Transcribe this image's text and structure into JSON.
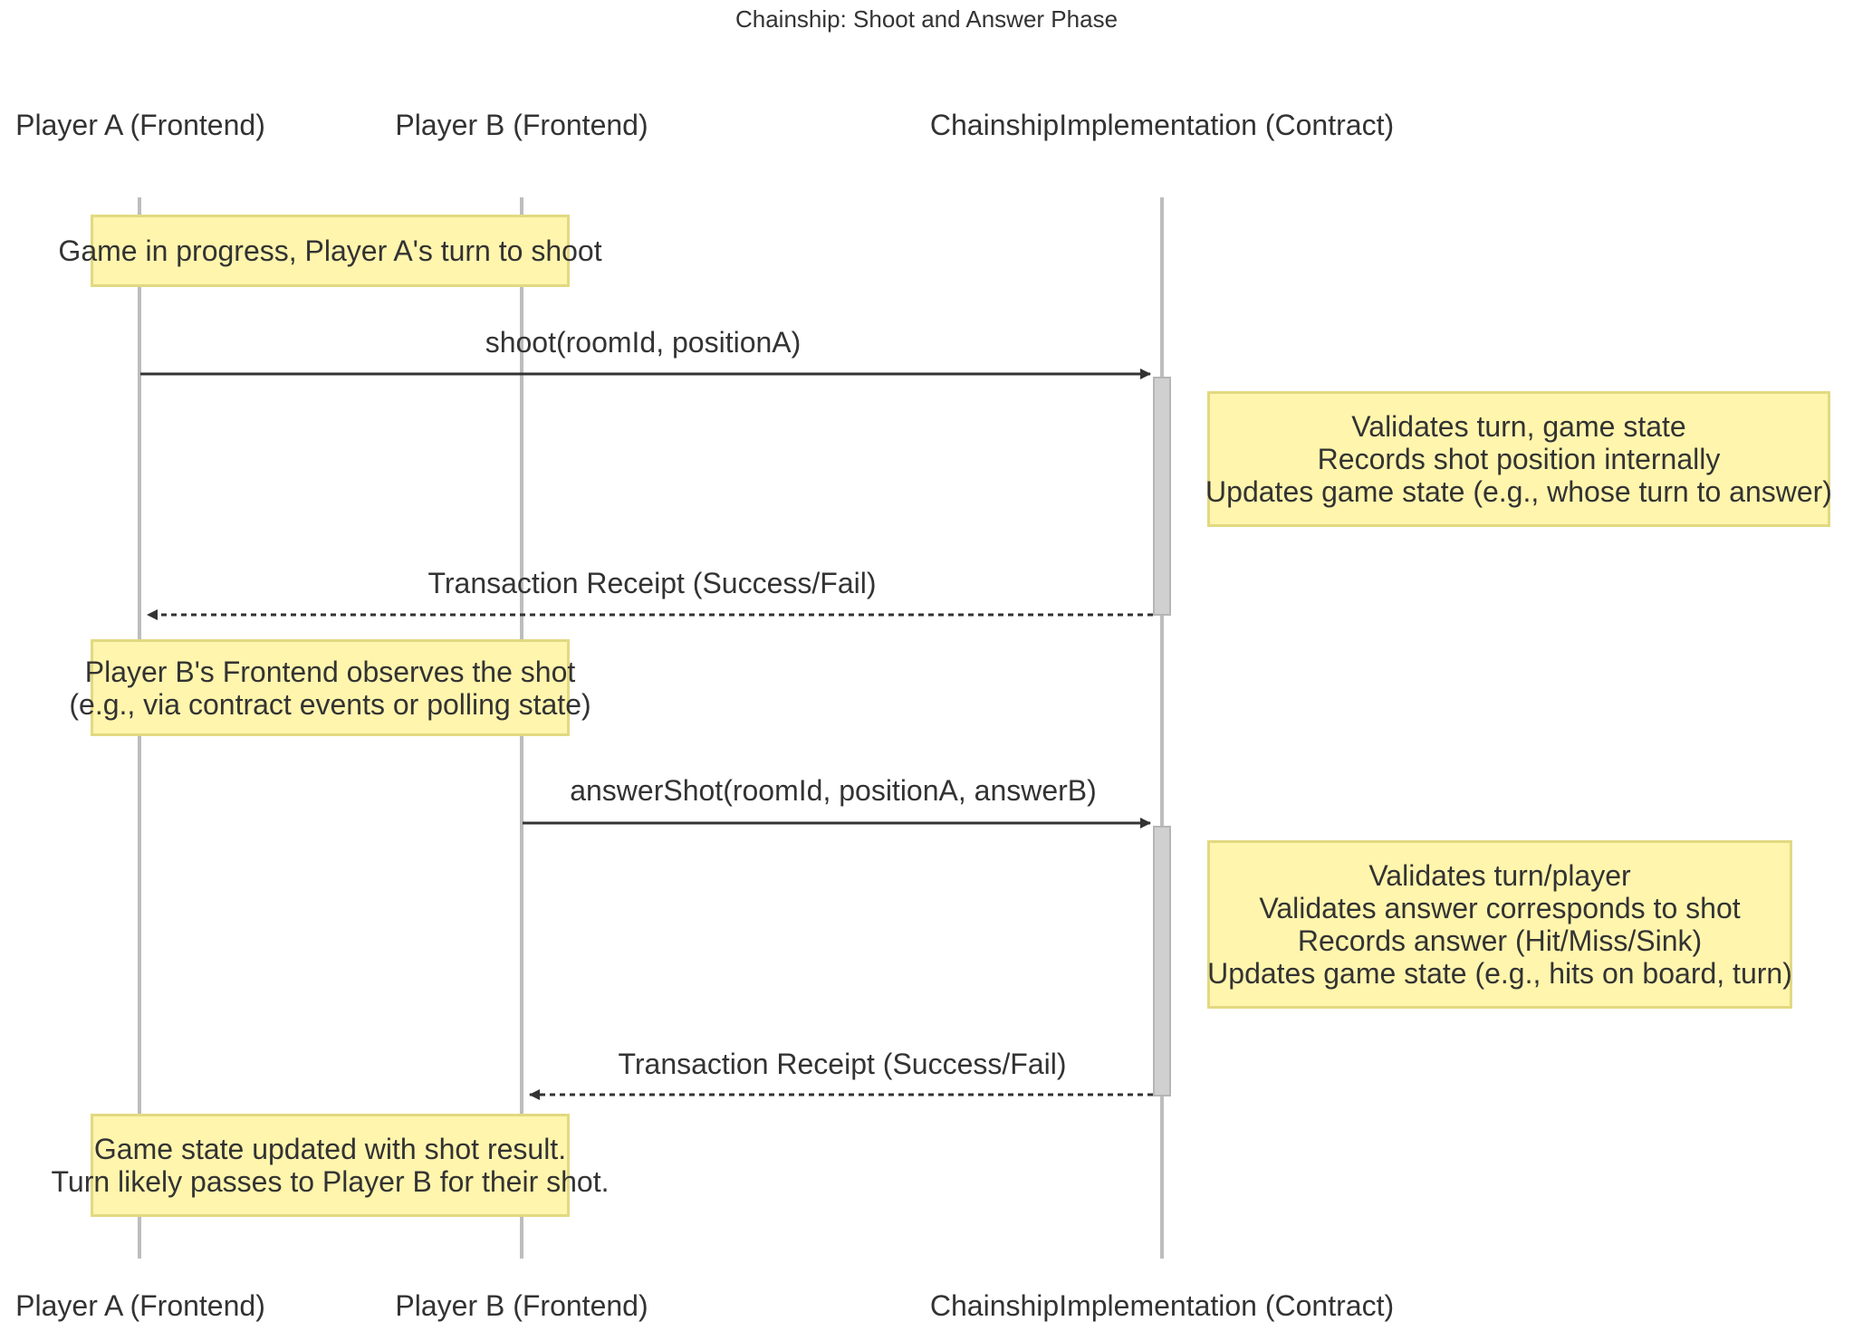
{
  "title": "Chainship: Shoot and Answer Phase",
  "participants": {
    "player_a": "Player A (Frontend)",
    "player_b": "Player B (Frontend)",
    "contract": "ChainshipImplementation (Contract)"
  },
  "notes": {
    "n1": [
      "Game in progress, Player A's turn to shoot"
    ],
    "n2": [
      "Validates turn, game state",
      "Records shot position internally",
      "Updates game state (e.g., whose turn to answer)"
    ],
    "n3": [
      "Player B's Frontend observes the shot",
      "(e.g., via contract events or polling state)"
    ],
    "n4": [
      "Validates turn/player",
      "Validates answer corresponds to shot",
      "Records answer (Hit/Miss/Sink)",
      "Updates game state (e.g., hits on board, turn)"
    ],
    "n5": [
      "Game state updated with shot result.",
      "Turn likely passes to Player B for their shot."
    ]
  },
  "messages": {
    "m1": "shoot(roomId, positionA)",
    "m2": "Transaction Receipt (Success/Fail)",
    "m3": "answerShot(roomId, positionA, answerB)",
    "m4": "Transaction Receipt (Success/Fail)"
  },
  "colors": {
    "note_fill": "#fff5ad",
    "note_border": "#e2d981",
    "lifeline": "#bdbdbd",
    "activation": "#d0d0d0",
    "arrow": "#333333"
  }
}
